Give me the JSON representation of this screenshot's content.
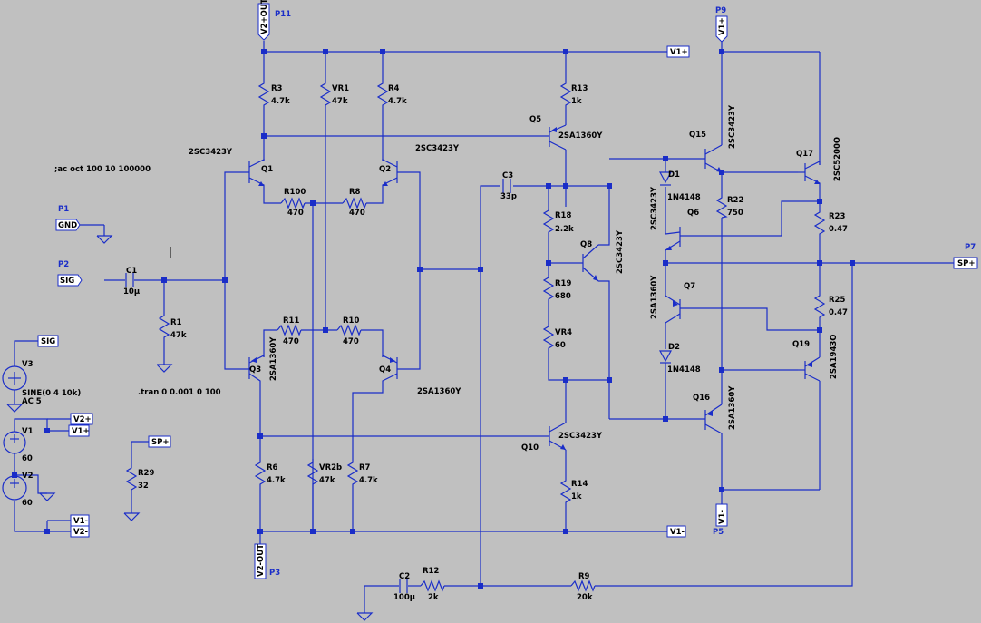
{
  "directives": {
    "ac": ";ac oct 100 10 100000",
    "tran": ".tran 0 0.001 0 100"
  },
  "ports": [
    {
      "id": "P11",
      "net": "V2+OUT"
    },
    {
      "id": "P9",
      "net": "V1+"
    },
    {
      "id": "P1",
      "net": "GND"
    },
    {
      "id": "P2",
      "net": "SIG"
    },
    {
      "id": "P7",
      "net": "SP+"
    },
    {
      "id": "P5",
      "net": "V1-"
    },
    {
      "id": "P3",
      "net": "V2-OUT"
    }
  ],
  "flags": {
    "v1p": "V1+",
    "v1m": "V1-",
    "v2p": "V2+",
    "v2m": "V2-",
    "sig": "SIG",
    "spp": "SP+",
    "gnd": "GND",
    "sigin": "SIG",
    "v2pout": "V2+OUT",
    "v2mout": "V2-OUT"
  },
  "components": {
    "R3": {
      "ref": "R3",
      "value": "4.7k"
    },
    "VR1": {
      "ref": "VR1",
      "value": "47k"
    },
    "R4": {
      "ref": "R4",
      "value": "4.7k"
    },
    "R13": {
      "ref": "R13",
      "value": "1k"
    },
    "R100": {
      "ref": "R100",
      "value": "470"
    },
    "R8": {
      "ref": "R8",
      "value": "470"
    },
    "R11": {
      "ref": "R11",
      "value": "470"
    },
    "R10": {
      "ref": "R10",
      "value": "470"
    },
    "R1": {
      "ref": "R1",
      "value": "47k"
    },
    "R6": {
      "ref": "R6",
      "value": "4.7k"
    },
    "VR2b": {
      "ref": "VR2b",
      "value": "47k"
    },
    "R7": {
      "ref": "R7",
      "value": "4.7k"
    },
    "R14": {
      "ref": "R14",
      "value": "1k"
    },
    "R18": {
      "ref": "R18",
      "value": "2.2k"
    },
    "R19": {
      "ref": "R19",
      "value": "680"
    },
    "VR4": {
      "ref": "VR4",
      "value": "60"
    },
    "R22": {
      "ref": "R22",
      "value": "750"
    },
    "R23": {
      "ref": "R23",
      "value": "0.47"
    },
    "R25": {
      "ref": "R25",
      "value": "0.47"
    },
    "R29": {
      "ref": "R29",
      "value": "32"
    },
    "R12": {
      "ref": "R12",
      "value": "2k"
    },
    "R9": {
      "ref": "R9",
      "value": "20k"
    },
    "C1": {
      "ref": "C1",
      "value": "10µ"
    },
    "C2": {
      "ref": "C2",
      "value": "100µ"
    },
    "C3": {
      "ref": "C3",
      "value": "33p"
    },
    "D1": {
      "ref": "D1",
      "value": "1N4148"
    },
    "D2": {
      "ref": "D2",
      "value": "1N4148"
    },
    "V1": {
      "ref": "V1",
      "value": "60"
    },
    "V2": {
      "ref": "V2",
      "value": "60"
    },
    "V3": {
      "ref": "V3",
      "value": "SINE(0 4 10k)",
      "value2": "AC 5"
    },
    "Q1": {
      "ref": "Q1",
      "value": "2SC3423Y"
    },
    "Q2": {
      "ref": "Q2",
      "value": "2SC3423Y"
    },
    "Q3": {
      "ref": "Q3",
      "value": "2SA1360Y"
    },
    "Q4": {
      "ref": "Q4",
      "value": "2SA1360Y"
    },
    "Q5": {
      "ref": "Q5",
      "value": "2SA1360Y"
    },
    "Q6": {
      "ref": "Q6",
      "value": "2SC3423Y"
    },
    "Q7": {
      "ref": "Q7",
      "value": "2SA1360Y"
    },
    "Q8": {
      "ref": "Q8",
      "value": "2SC3423Y"
    },
    "Q10": {
      "ref": "Q10",
      "value": "2SC3423Y"
    },
    "Q15": {
      "ref": "Q15",
      "value": "2SC3423Y"
    },
    "Q16": {
      "ref": "Q16",
      "value": "2SA1360Y"
    },
    "Q17": {
      "ref": "Q17",
      "value": "2SC5200O"
    },
    "Q19": {
      "ref": "Q19",
      "value": "2SA1943O"
    }
  }
}
